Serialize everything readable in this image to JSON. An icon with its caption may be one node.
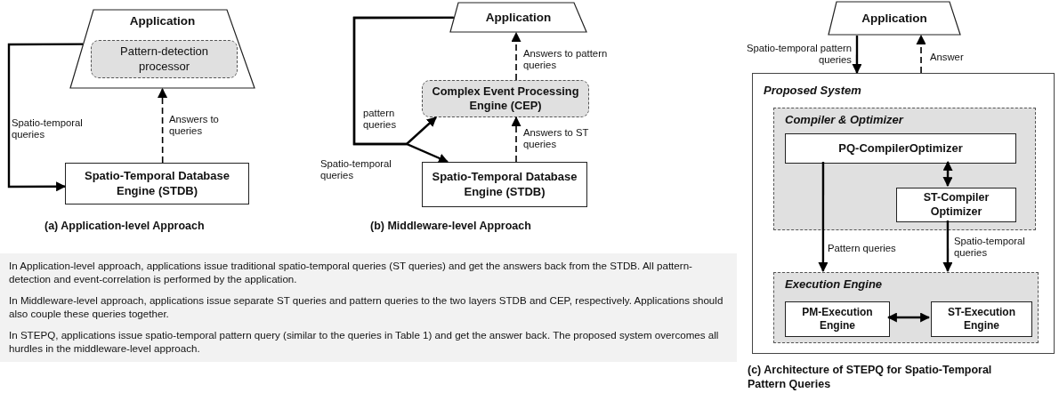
{
  "diagram": {
    "nodes": [
      {
        "text": [
          "Application"
        ]
      },
      {
        "text": [
          "Pattern-detection processor"
        ],
        "in": 0
      },
      {
        "text": [
          "Spatio-Temporal Database Engine (STDB)"
        ]
      },
      {
        "text": [
          "Application"
        ]
      },
      {
        "text": [
          "Complex Event Processing Engine (CEP)"
        ]
      },
      {
        "text": [
          "Spatio-Temporal Database Engine (STDB)"
        ]
      },
      {
        "text": [
          "Application"
        ]
      },
      {
        "text": [
          "Proposed System"
        ]
      },
      {
        "text": [
          "Compiler & Optimizer"
        ],
        "in": 7
      },
      {
        "text": [
          "PQ-CompilerOptimizer"
        ],
        "in": 8
      },
      {
        "text": [
          "ST-Compiler Optimizer"
        ],
        "in": 8
      },
      {
        "text": [
          "Execution Engine"
        ],
        "in": 7
      },
      {
        "text": [
          "PM-Execution Engine"
        ],
        "in": 11
      },
      {
        "text": [
          "ST-Execution Engine"
        ],
        "in": 11
      },
      {
        "text": [
          "In Application-level approach, applications issue traditional spatio-temporal queries (ST queries) and get the answers back from the STDB. All pattern-detection and event-correlation is performed by the application.",
          "In Middleware-level approach, applications issue separate ST queries and pattern queries to the two layers STDB and CEP, respectively. Applications should also couple these queries together.",
          "In STEPQ, applications issue spatio-temporal pattern query (similar to the queries in Table 1) and get the answer back. The proposed system overcomes all hurdles in the middleware-level approach."
        ]
      }
    ],
    "edges": [
      {
        "from": 0,
        "to": 2,
        "arrow": "to",
        "label": "Spatio-temporal queries"
      },
      {
        "from": 2,
        "to": 0,
        "arrow": "to",
        "label": "Answers to queries",
        "style": "dashed"
      },
      {
        "from": 3,
        "to": 4,
        "arrow": "to",
        "label": "pattern queries"
      },
      {
        "from": 3,
        "to": 5,
        "arrow": "to",
        "label": "Spatio-temporal queries"
      },
      {
        "from": 4,
        "to": 3,
        "arrow": "to",
        "label": "Answers to pattern queries",
        "style": "dashed"
      },
      {
        "from": 5,
        "to": 4,
        "arrow": "to",
        "label": "Answers to ST queries",
        "style": "dashed"
      },
      {
        "from": 6,
        "to": 7,
        "arrow": "to",
        "label": "Spatio-temporal pattern queries"
      },
      {
        "from": 7,
        "to": 6,
        "arrow": "to",
        "label": "Answer",
        "style": "dashed"
      },
      {
        "from": 9,
        "to": 10,
        "arrow": "both"
      },
      {
        "from": 9,
        "to": 11,
        "arrow": "to",
        "label": "Pattern queries"
      },
      {
        "from": 10,
        "to": 11,
        "arrow": "to",
        "label": "Spatio-temporal queries"
      },
      {
        "from": 12,
        "to": 13,
        "arrow": "both"
      }
    ],
    "labels": [
      "(a) Application-level Approach",
      "(b) Middleware-level Approach",
      "(c) Architecture of STEPQ for Spatio-Temporal Pattern Queries"
    ]
  }
}
